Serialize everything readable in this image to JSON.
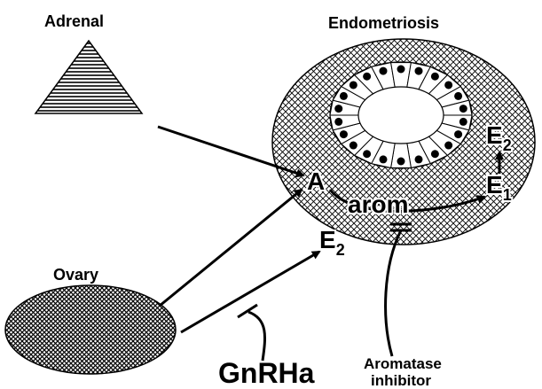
{
  "labels": {
    "adrenal": "Adrenal",
    "endometriosis": "Endometriosis",
    "ovary": "Ovary",
    "gnrha": "GnRHa",
    "aromatase_line1": "Aromatase",
    "aromatase_line2": "inhibitor",
    "androgen": "A",
    "arom": "arom",
    "e2_blood": "E",
    "e2_blood_sub": "2",
    "e2_local": "E",
    "e2_local_sub": "2",
    "e1_local": "E",
    "e1_local_sub": "1"
  },
  "colors": {
    "ink": "#000000",
    "paper": "#ffffff"
  }
}
